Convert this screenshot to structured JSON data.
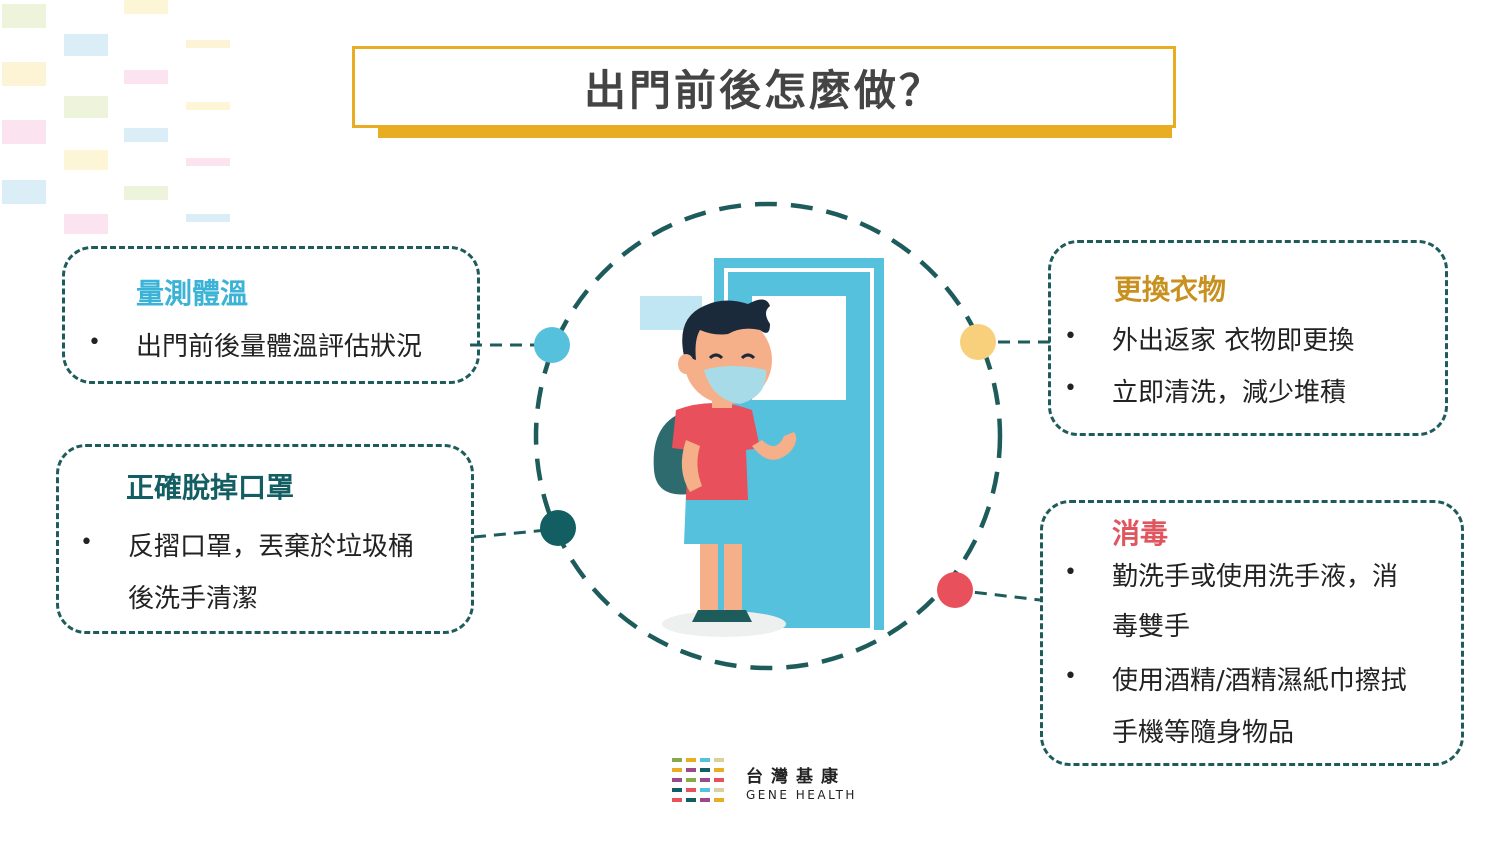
{
  "title": "出門前後怎麼做？",
  "colors": {
    "accent": "#e8ad22",
    "border": "#1e5c5c",
    "blue": "#56c1dd",
    "orange": "#f8d07c",
    "teal": "#125e63",
    "red": "#e8505b",
    "title_blue": "#3bb3d6",
    "title_orange": "#c8901f",
    "title_teal": "#125e63",
    "title_red": "#e0565f"
  },
  "cards": {
    "temperature": {
      "title": "量測體溫",
      "items": [
        "出門前後量體溫評估狀況"
      ]
    },
    "mask": {
      "title": "正確脫掉口罩",
      "items": [
        "反摺口罩，丟棄於垃圾桶",
        "後洗手清潔"
      ]
    },
    "clothes": {
      "title": "更換衣物",
      "items": [
        "外出返家 衣物即更換",
        "立即清洗，減少堆積"
      ]
    },
    "disinfect": {
      "title": "消毒",
      "items": [
        "勤洗手或使用洗手液，消",
        "毒雙手",
        "使用酒精/酒精濕紙巾擦拭",
        "手機等隨身物品"
      ]
    }
  },
  "bullet_symbol": "•",
  "logo": {
    "cn": "台灣基康",
    "en": "GENE HEALTH"
  },
  "illustration": {
    "subject": "child-with-mask-icon",
    "scene": "door-icon"
  }
}
